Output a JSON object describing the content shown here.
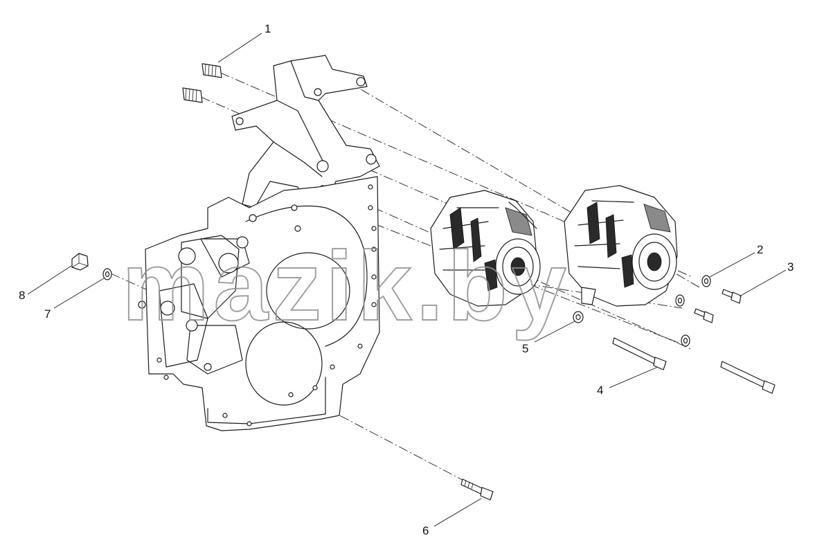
{
  "callouts": {
    "c1": "1",
    "c2": "2",
    "c3": "3",
    "c4": "4",
    "c5": "5",
    "c6": "6",
    "c7": "7",
    "c8": "8"
  },
  "watermark": "mazik.by",
  "colors": {
    "line": "#1a1a1a",
    "watermark": "#8f8f8f",
    "background": "#ffffff"
  }
}
